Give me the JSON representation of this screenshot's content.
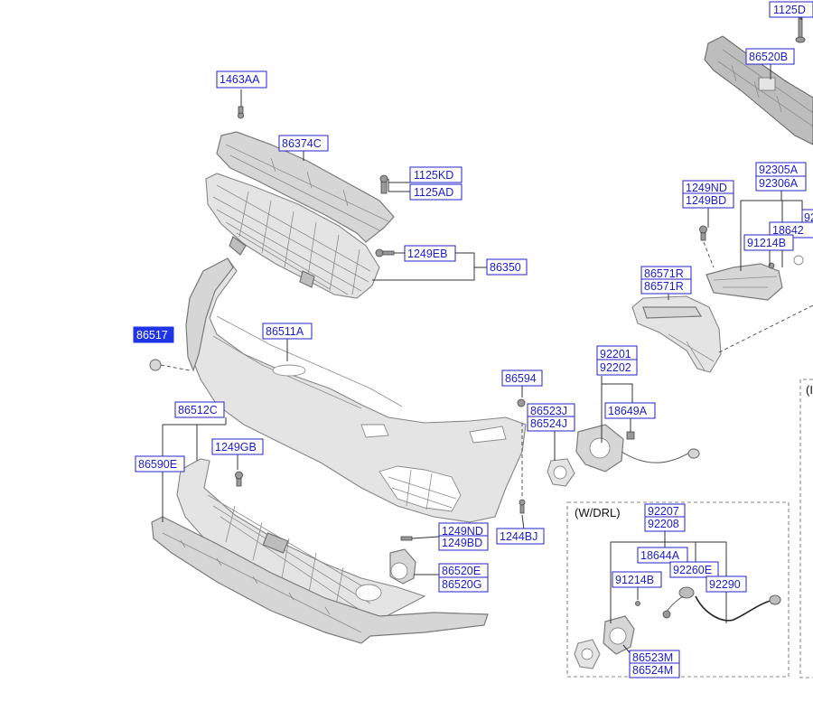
{
  "labels": {
    "p1125D": "1125D",
    "p86520B": "86520B",
    "p1463AA": "1463AA",
    "p86374C": "86374C",
    "p1125KD": "1125KD",
    "p1125AD": "1125AD",
    "p1249EB": "1249EB",
    "p86350": "86350",
    "p86517": "86517",
    "p86511A": "86511A",
    "p86512C": "86512C",
    "p1249GB": "1249GB",
    "p86590E": "86590E",
    "p1249ND_lower": "1249ND",
    "p1249BD_lower": "1249BD",
    "p86520E": "86520E",
    "p86520G": "86520G",
    "p1244BJ": "1244BJ",
    "p86594": "86594",
    "p86523J": "86523J",
    "p86524J": "86524J",
    "p92201": "92201",
    "p92202": "92202",
    "p18649A": "18649A",
    "p1249ND_upper": "1249ND",
    "p1249BD_upper": "1249BD",
    "p92305A": "92305A",
    "p92306A": "92306A",
    "p18642": "18642",
    "p91214B_upper": "91214B",
    "p92_partial": "92",
    "p86571R_1": "86571R",
    "p86571R_2": "86571R",
    "p92207": "92207",
    "p92208": "92208",
    "p18644A": "18644A",
    "p92260E": "92260E",
    "p91214B_lower": "91214B",
    "p92290": "92290",
    "p86523M": "86523M",
    "p86524M": "86524M"
  },
  "boxes": {
    "drl_caption": "(W/DRL)",
    "right_caption_partial": "(I"
  },
  "colors": {
    "label_text": "#1c1ccc",
    "label_border": "#2222cc",
    "highlight": "#1f34e8"
  }
}
